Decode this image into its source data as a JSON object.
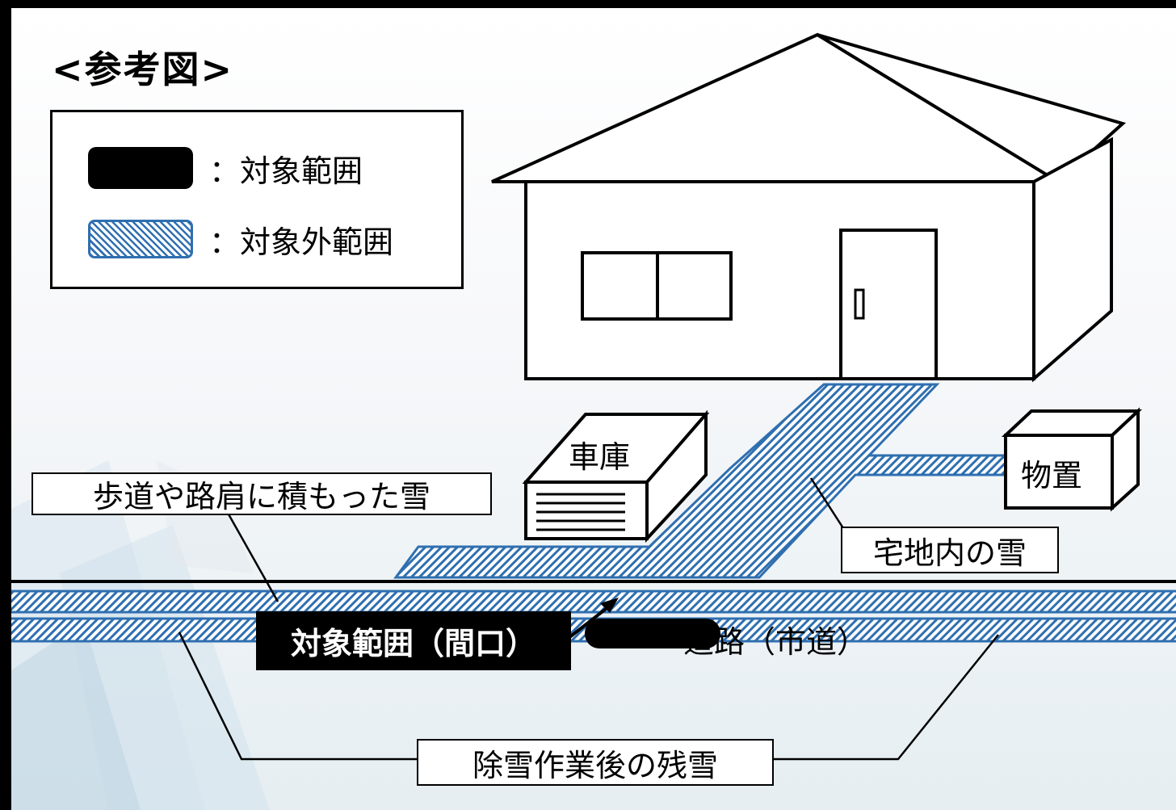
{
  "title": "<参考図>",
  "legend": {
    "target_label": "：対象範囲",
    "excluded_label": "：対象外範囲"
  },
  "labels": {
    "garage": "車庫",
    "storage": "物置",
    "sidewalk_snow": "歩道や路肩に積もった雪",
    "yard_snow": "宅地内の雪",
    "target_frontage": "対象範囲（間口）",
    "road": "道路（市道）",
    "residual_snow": "除雪作業後の残雪"
  },
  "colors": {
    "hatch_blue": "#2f6fb0",
    "target_black": "#000000",
    "frame": "#000000"
  }
}
